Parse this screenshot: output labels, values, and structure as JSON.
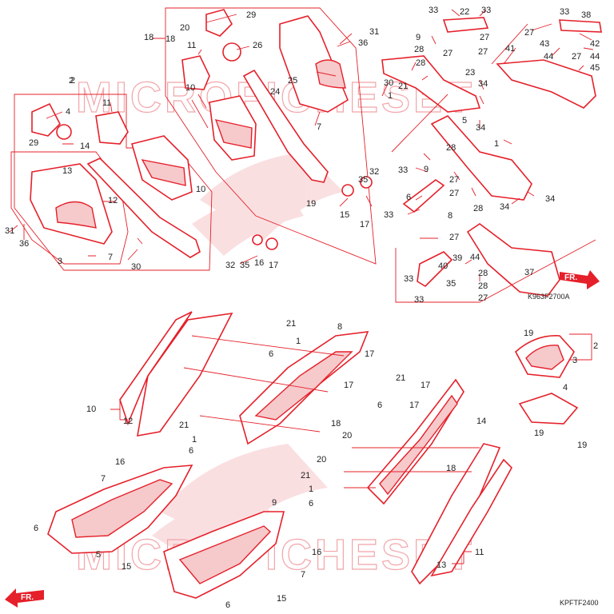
{
  "diagram": {
    "codes": {
      "upper": "K963F2700A",
      "lower": "KPFTF2400"
    },
    "direction_label": "FR.",
    "colors": {
      "line": "#e5202a",
      "fill": "#f6c9cb",
      "text": "#222222",
      "watermark": "#f2a6aa"
    },
    "watermark": "MICROFICHESET",
    "callouts": [
      "1",
      "2",
      "3",
      "4",
      "5",
      "6",
      "7",
      "8",
      "9",
      "10",
      "11",
      "12",
      "13",
      "14",
      "15",
      "16",
      "17",
      "18",
      "19",
      "20",
      "21",
      "22",
      "23",
      "24",
      "25",
      "26",
      "27",
      "28",
      "29",
      "30",
      "31",
      "32",
      "33",
      "34",
      "35",
      "36",
      "37",
      "38",
      "39",
      "40",
      "41",
      "42",
      "43",
      "44",
      "45"
    ]
  }
}
